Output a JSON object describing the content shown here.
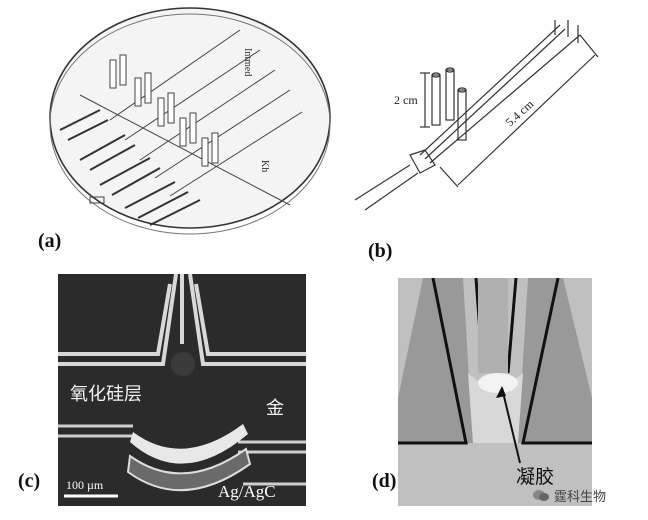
{
  "panels": {
    "a": {
      "label": "(a)",
      "wafer_text_1": "Intmed",
      "wafer_text_2": "Kh"
    },
    "b": {
      "label": "(b)",
      "dim_height": "2 cm",
      "dim_length": "5.4 cm"
    },
    "c": {
      "label": "(c)",
      "oxide_label": "氧化硅层",
      "gold_label": "金",
      "scale_bar": "100 µm",
      "electrode_label": "Ag/AgC"
    },
    "d": {
      "label": "(d)",
      "gel_label": "凝胶"
    }
  },
  "watermark": {
    "text": "霆科生物",
    "icon": "wechat-icon"
  },
  "colors": {
    "micrograph_bg": "#2e2e2e",
    "gel_bg": "#b8b8b8",
    "line": "#222222"
  }
}
